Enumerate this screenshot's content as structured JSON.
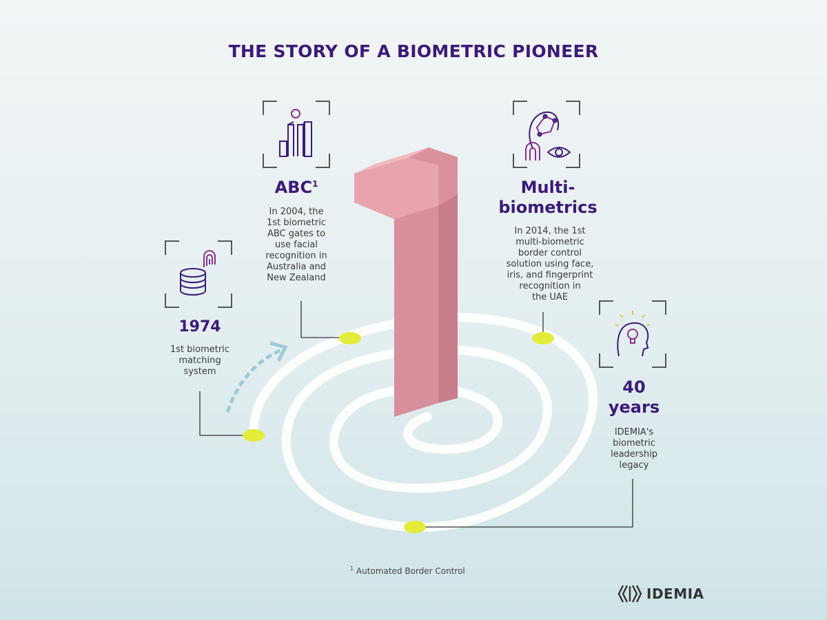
{
  "title": "THE STORY OF A BIOMETRIC PIONEER",
  "milestones": {
    "m1974": {
      "heading": "1974",
      "text": [
        "1st biometric",
        "matching",
        "system"
      ],
      "icon": "database-fingerprint-icon"
    },
    "abc": {
      "heading": "ABC",
      "sup": "1",
      "text": [
        "In 2004, the",
        "1st biometric",
        "ABC gates to",
        "use facial",
        "recognition in",
        "Australia and",
        "New Zealand"
      ],
      "icon": "abc-gates-icon"
    },
    "multi": {
      "heading_line1": "Multi-",
      "heading_line2": "biometrics",
      "text": [
        "In 2014, the 1st",
        "multi-biometric",
        "border control",
        "solution using face,",
        "iris, and fingerprint",
        "recognition in",
        "the UAE"
      ],
      "icon": "face-iris-fingerprint-icon"
    },
    "years": {
      "heading_line1": "40",
      "heading_line2": "years",
      "text": [
        "IDEMIA's",
        "biometric",
        "leadership",
        "legacy"
      ],
      "icon": "lightbulb-head-icon"
    }
  },
  "footnote": {
    "sup": "1",
    "text": " Automated Border Control"
  },
  "logo": {
    "text": "IDEMIA",
    "mark": "(|)"
  },
  "colors": {
    "title": "#3b1a78",
    "number_one": "#df9aa3",
    "dot": "#e4ec3a",
    "path": "#ffffff"
  }
}
